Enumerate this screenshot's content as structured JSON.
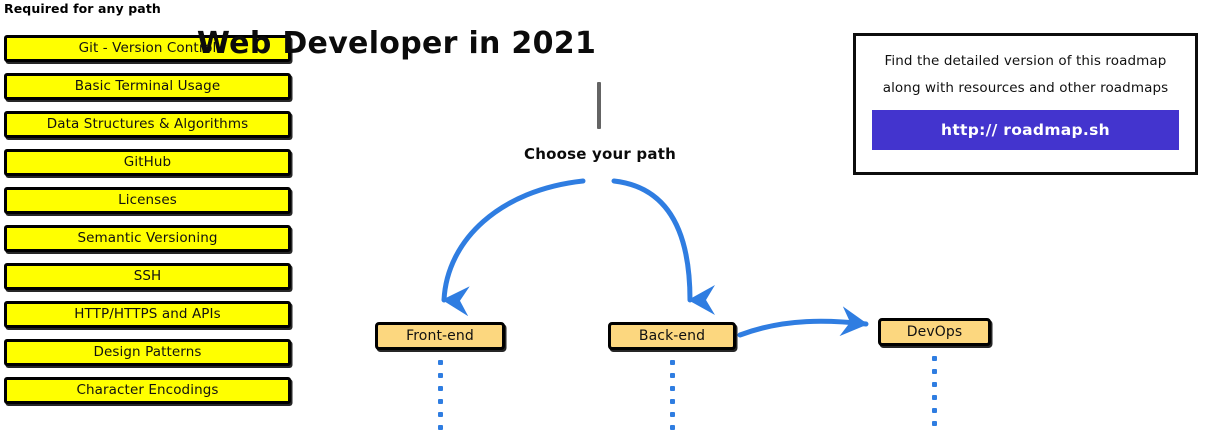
{
  "page": {
    "title": "Web Developer in 2021",
    "subtitle": "Choose your path"
  },
  "required_section": {
    "heading": "Required for any path",
    "items": [
      {
        "label": "Git - Version Control"
      },
      {
        "label": "Basic Terminal Usage"
      },
      {
        "label": "Data Structures & Algorithms"
      },
      {
        "label": "GitHub"
      },
      {
        "label": "Licenses"
      },
      {
        "label": "Semantic Versioning"
      },
      {
        "label": "SSH"
      },
      {
        "label": "HTTP/HTTPS and APIs"
      },
      {
        "label": "Design Patterns"
      },
      {
        "label": "Character Encodings"
      }
    ]
  },
  "paths": [
    {
      "label": "Front-end"
    },
    {
      "label": "Back-end"
    },
    {
      "label": "DevOps"
    }
  ],
  "info_box": {
    "line1": "Find the detailed version of this roadmap",
    "line2": "along with resources and other roadmaps",
    "button_label": "http:// roadmap.sh"
  },
  "colors": {
    "required_box_fill": "#FFFF00",
    "path_box_fill": "#FCD77F",
    "arrow_blue": "#2F7DE1",
    "button_purple": "#4334CE",
    "outline_black": "#000000",
    "stem_gray": "#646464"
  }
}
